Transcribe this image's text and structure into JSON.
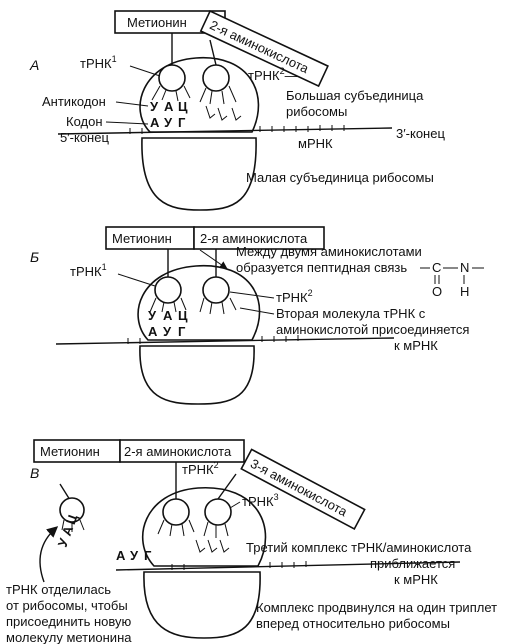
{
  "panel_a": {
    "panel_letter": "А",
    "box_met": "Метионин",
    "box_aa2": "2-я аминокислота",
    "trna1": "тРНК",
    "trna1_sup": "1",
    "trna2": "тРНК",
    "trna2_sup": "2",
    "trna2_dash": "—",
    "anticodon_label": "Антикодон",
    "codon_label": "Кодон",
    "five_end": "5′-конец",
    "three_end": "3′-конец",
    "mrna_label": "мРНК",
    "large_subunit_1": "Большая субъединица",
    "large_subunit_2": "рибосомы",
    "small_subunit": "Малая субъединица рибосомы",
    "anticodon_letters": [
      "У",
      "А",
      "Ц"
    ],
    "codon_letters": [
      "А",
      "У",
      "Г"
    ]
  },
  "panel_b": {
    "panel_letter": "Б",
    "box_met": "Метионин",
    "box_aa2": "2-я аминокислота",
    "trna1": "тРНК",
    "trna1_sup": "1",
    "trna2": "тРНК",
    "trna2_sup": "2",
    "bond_line1": "Между двумя аминокислотами",
    "bond_line2": "образуется пептидная связь",
    "bond_c": "C",
    "bond_n": "N",
    "bond_o": "O",
    "bond_h": "H",
    "second_line1": "Вторая молекула тРНК с",
    "second_line2": "аминокислотой присоединяется",
    "second_line3": "к мРНК",
    "anticodon_letters": [
      "У",
      "А",
      "Ц"
    ],
    "codon_letters": [
      "А",
      "У",
      "Г"
    ]
  },
  "panel_c": {
    "panel_letter": "В",
    "box_met": "Метионин",
    "box_aa2": "2-я аминокислота",
    "box_aa3": "3-я аминокислота",
    "trna2": "тРНК",
    "trna2_sup": "2",
    "trna3": "тРНК",
    "trna3_sup": "3",
    "free_anticodon": [
      "У",
      "А",
      "Ц"
    ],
    "codon_letters": [
      "А",
      "У",
      "Г"
    ],
    "third_line1": "Третий комплекс тРНК/аминокислота",
    "third_line2": "приближается",
    "third_line3": "к мРНК",
    "left_line1": "тРНК отделилась",
    "left_line2": "от рибосомы, чтобы",
    "left_line3": "присоединить новую",
    "left_line4": "молекулу метионина",
    "shift_line1": "Комплекс продвинулся на один триплет",
    "shift_line2": "вперед относительно рибосомы"
  }
}
